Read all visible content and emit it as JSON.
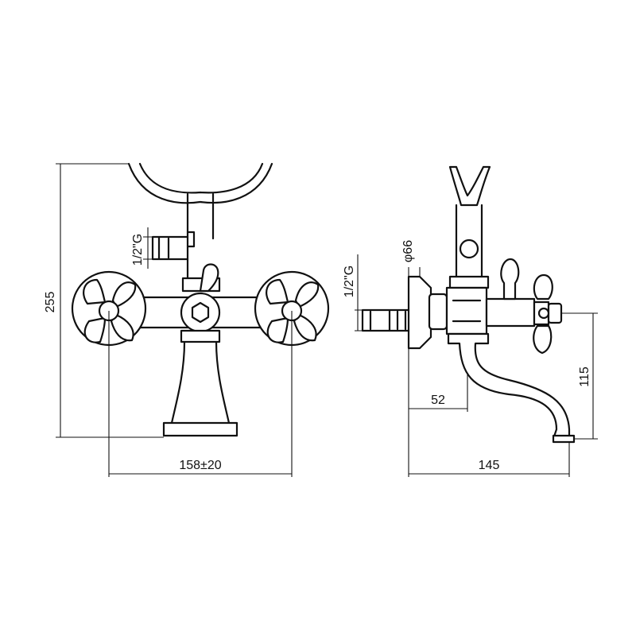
{
  "front_view": {
    "dim_height": "255",
    "dim_width": "158±20",
    "dim_thread": "1/2\"G"
  },
  "side_view": {
    "dim_diameter": "φ66",
    "dim_thread": "1/2\"G",
    "dim_offset": "52",
    "dim_height": "115",
    "dim_depth": "145"
  },
  "colors": {
    "line": "#111111",
    "background": "#ffffff"
  }
}
